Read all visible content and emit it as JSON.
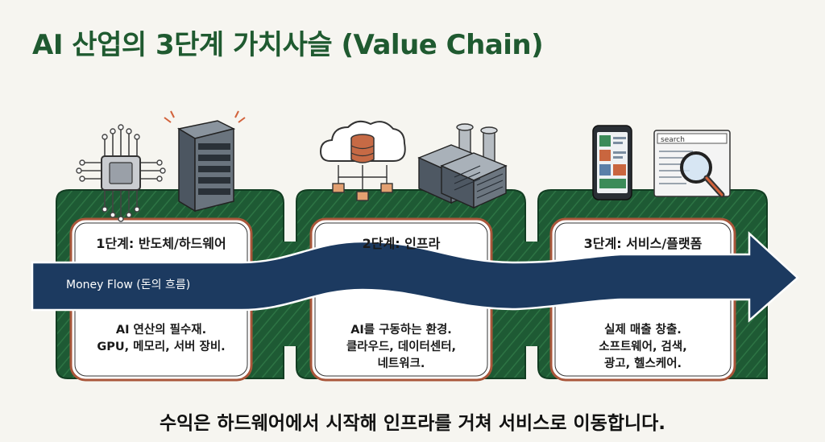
{
  "title": "AI 산업의 3단계 가치사슬 (Value Chain)",
  "flow_label": "Money Flow (돈의 흐름)",
  "stages": [
    {
      "label": "1단계: 반도체/하드웨어",
      "desc": [
        "AI 연산의 필수재.",
        "GPU, 메모리, 서버 장비."
      ],
      "icons": [
        "chip-icon",
        "server-rack-icon"
      ]
    },
    {
      "label": "2단계: 인프라",
      "desc": [
        "AI를 구동하는 환경.",
        "클라우드, 데이터센터,",
        "네트워크."
      ],
      "icons": [
        "cloud-database-icon",
        "data-center-icon"
      ]
    },
    {
      "label": "3단계: 서비스/플랫폼",
      "desc": [
        "실제 매출 창출.",
        "소프트웨어, 검색,",
        "광고, 헬스케어."
      ],
      "icons": [
        "smartphone-app-icon",
        "search-window-icon"
      ]
    }
  ],
  "search_box_text": "search",
  "footer": "수익은 하드웨어에서 시작해 인프라를 거쳐 서비스로 이동합니다.",
  "colors": {
    "title": "#1f5a30",
    "green_band": "#1e5a34",
    "navy_flow": "#1c3a60",
    "card_border": "#a9563a",
    "card_fill": "#ffffff"
  }
}
